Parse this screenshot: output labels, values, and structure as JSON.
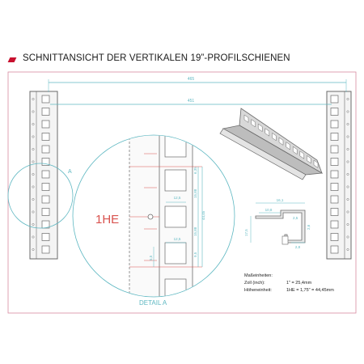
{
  "header": {
    "title": "SCHNITTANSICHT DER VERTIKALEN 19”-PROFILSCHIENEN"
  },
  "dimensions": {
    "outer_width": "465",
    "inner_width": "451",
    "detail_callout": "A",
    "detail_label": "DETAIL A",
    "unit_label": "1HE",
    "hole_to_hole": "9,5",
    "hole_to_center": "12,5",
    "hole_width": "12,5",
    "hole_spacing": "44,45",
    "hole_pitch": "15,88",
    "hole_pitch2": "15,88",
    "hole_gap": "6,35",
    "offset": "5,5",
    "profile_width": "16,1",
    "profile_top": "10,8",
    "profile_height": "17,5",
    "profile_side": "2,6",
    "profile_inner": "2,5",
    "profile_base": "2,8"
  },
  "legend": {
    "heading": "Maßeinheiten:",
    "inch_label": "Zoll (inch):",
    "inch_value": "1\" = 25,4mm",
    "he_label": "Höheneinheit:",
    "he_value": "1HE = 1,75\" = 44,45mm"
  },
  "colors": {
    "accent": "#c8102e",
    "dim_line": "#5fb8c2",
    "detail_red": "#d9534f",
    "frame": "#d88aa0",
    "rail": "#6a6a6a"
  }
}
